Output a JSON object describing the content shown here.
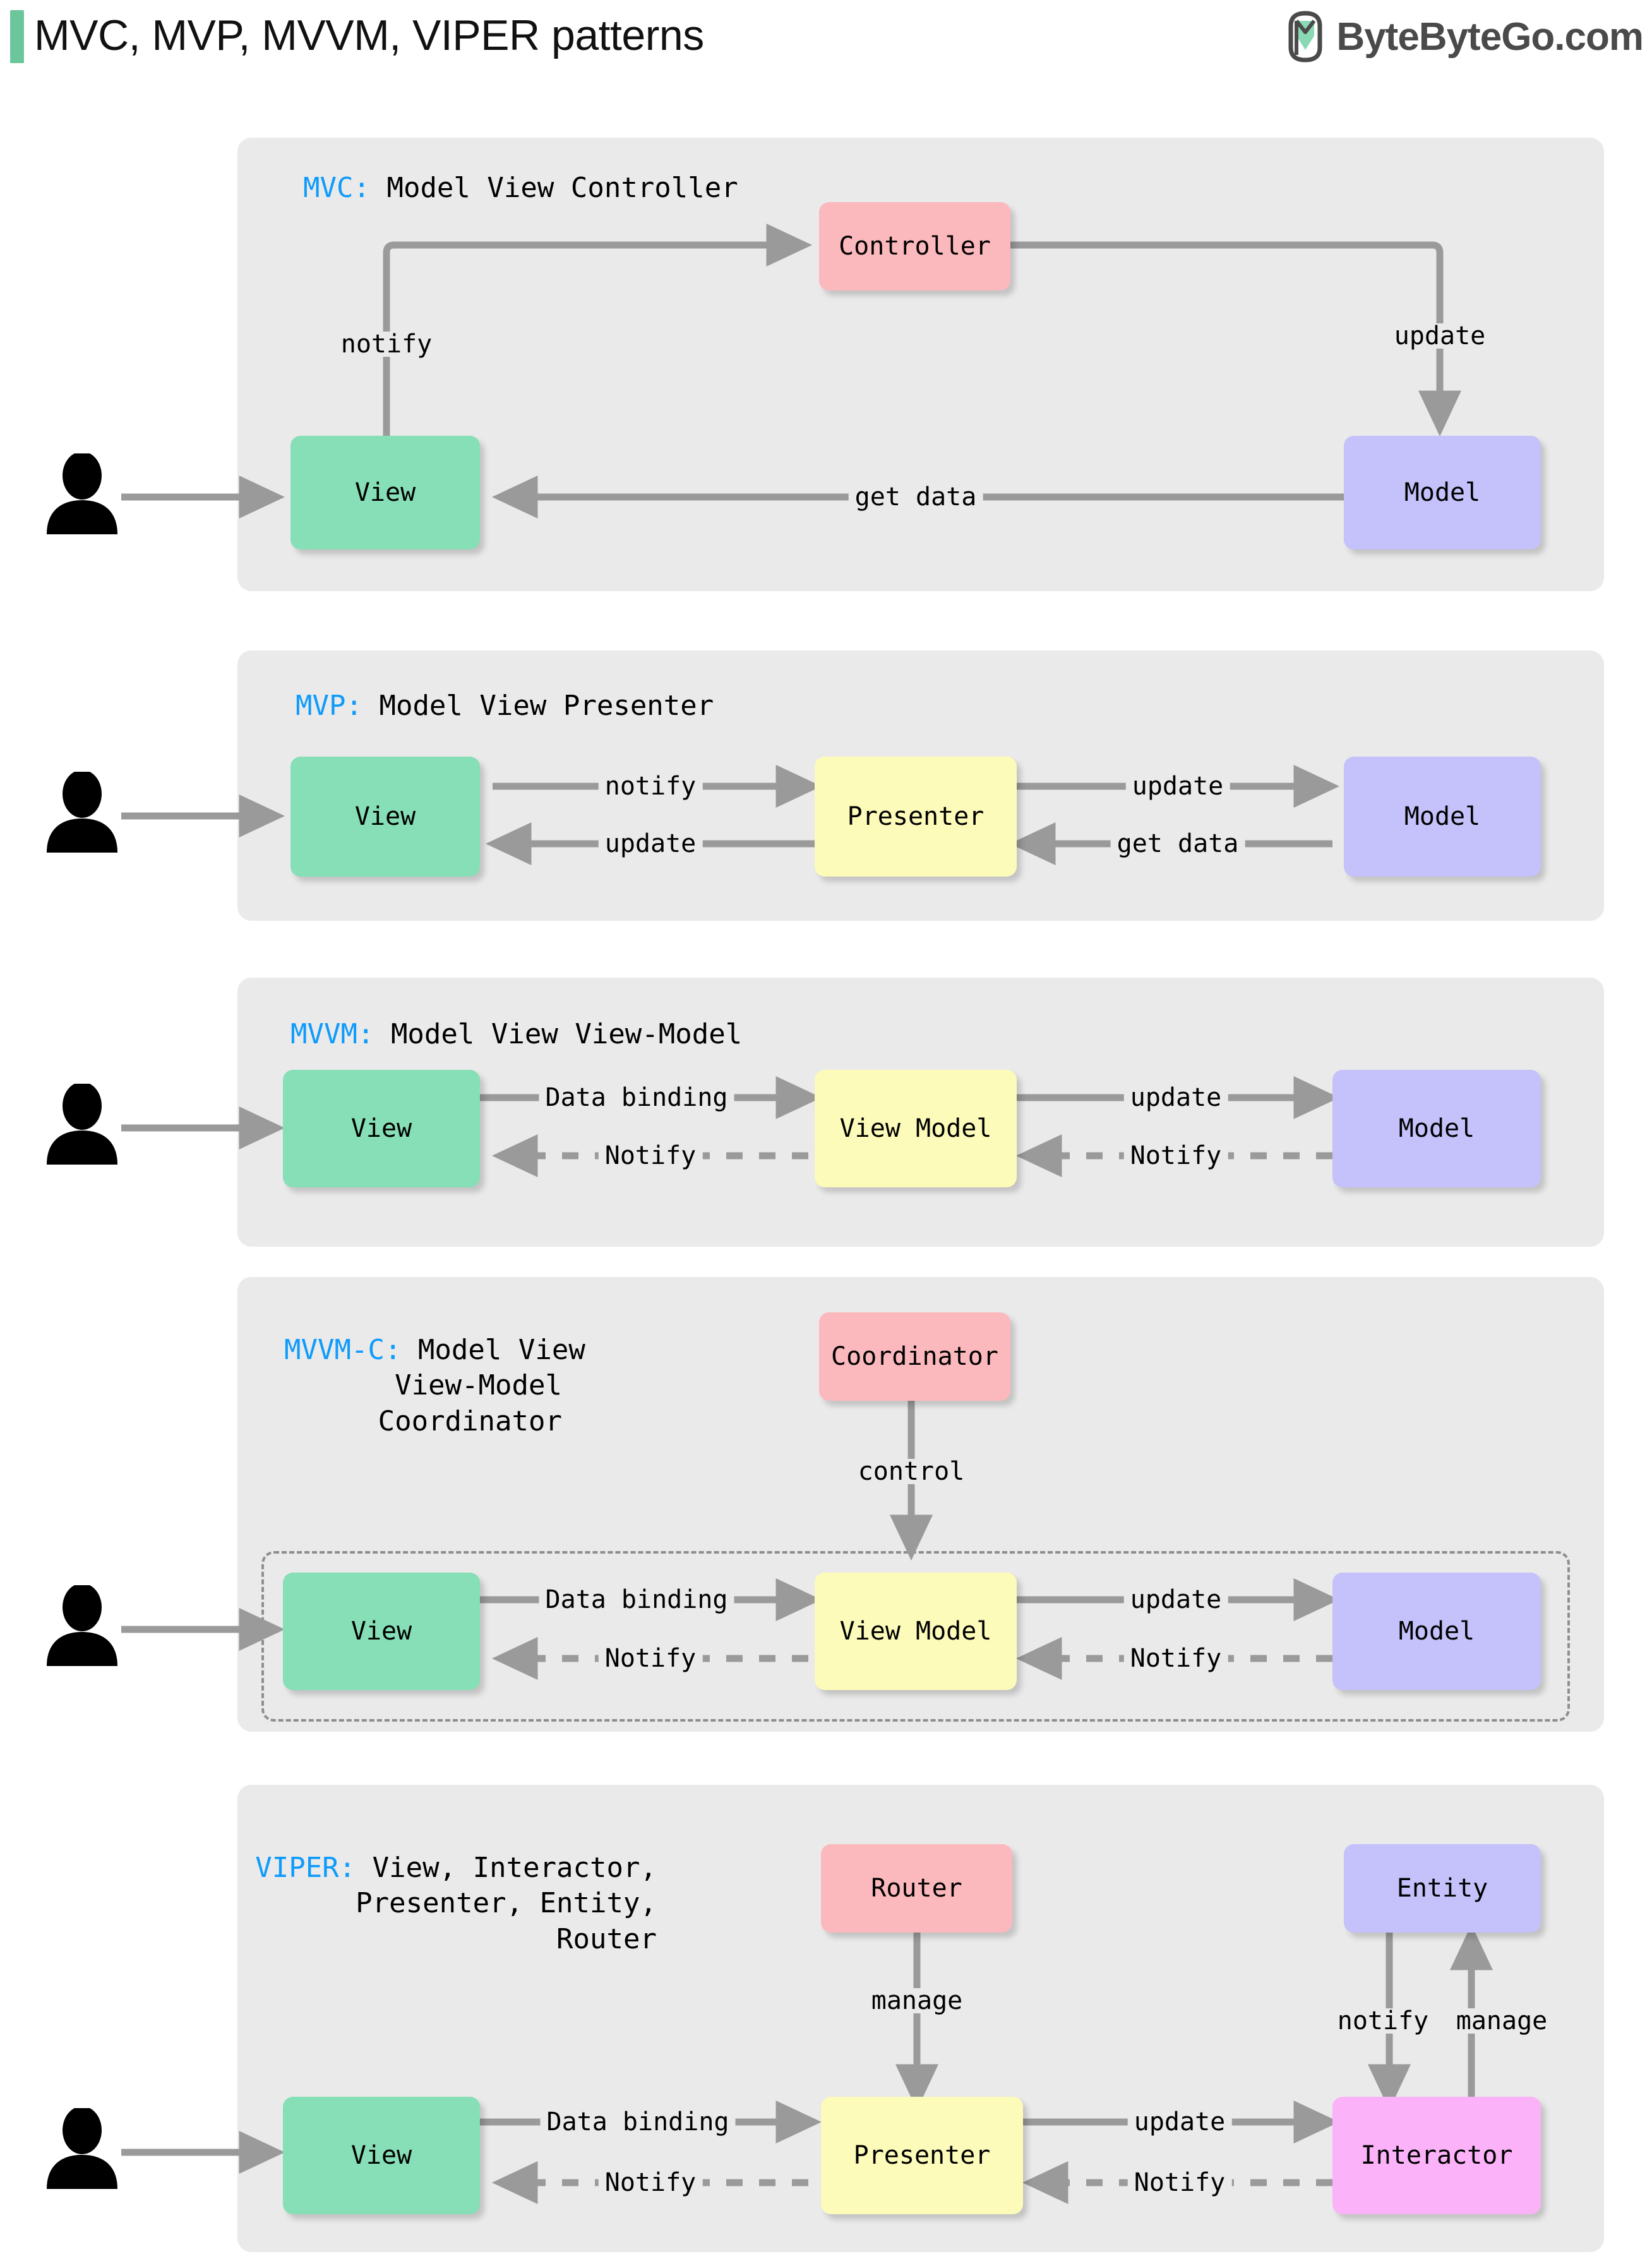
{
  "header": {
    "title": "MVC, MVP, MVVM, VIPER patterns",
    "accent_color": "#6bc79b",
    "brand_text": "ByteByteGo.com",
    "brand_icon": "bytebytego-logo-icon"
  },
  "palette": {
    "panel_bg": "#eaeaea",
    "view": "#86dfb6",
    "model": "#c4c1fb",
    "controller": "#fcb9bd",
    "presenter": "#fcfbb9",
    "interactor": "#fbb2f8",
    "arrow": "#9a9a9a",
    "prefix_blue": "#0e9bfb"
  },
  "sections": [
    {
      "id": "mvc",
      "prefix": "MVC:",
      "title": " Model View Controller",
      "nodes": {
        "view": "View",
        "controller": "Controller",
        "model": "Model"
      },
      "labels": {
        "notify": "notify",
        "update": "update",
        "get_data": "get data"
      }
    },
    {
      "id": "mvp",
      "prefix": "MVP:",
      "title": " Model View Presenter",
      "nodes": {
        "view": "View",
        "presenter": "Presenter",
        "model": "Model"
      },
      "labels": {
        "notify": "notify",
        "update_left": "update",
        "update_right": "update",
        "get_data": "get data"
      }
    },
    {
      "id": "mvvm",
      "prefix": "MVVM:",
      "title": " Model View View-Model",
      "nodes": {
        "view": "View",
        "view_model": "View Model",
        "model": "Model"
      },
      "labels": {
        "data_binding": "Data binding",
        "notify_left": "Notify",
        "update": "update",
        "notify_right": "Notify"
      }
    },
    {
      "id": "mvvm-c",
      "prefix": "MVVM-C:",
      "title_line1": " Model View",
      "title_line2": "View-Model",
      "title_line3": "Coordinator",
      "nodes": {
        "coordinator": "Coordinator",
        "view": "View",
        "view_model": "View Model",
        "model": "Model"
      },
      "labels": {
        "control": "control",
        "data_binding": "Data binding",
        "notify_left": "Notify",
        "update": "update",
        "notify_right": "Notify"
      }
    },
    {
      "id": "viper",
      "prefix": "VIPER:",
      "title_line1": " View, Interactor,",
      "title_line2": "Presenter, Entity,",
      "title_line3": "Router",
      "nodes": {
        "router": "Router",
        "entity": "Entity",
        "view": "View",
        "presenter": "Presenter",
        "interactor": "Interactor"
      },
      "labels": {
        "manage_router": "manage",
        "notify_entity": "notify",
        "manage_entity": "manage",
        "data_binding": "Data binding",
        "notify_left": "Notify",
        "update": "update",
        "notify_right": "Notify"
      }
    }
  ]
}
